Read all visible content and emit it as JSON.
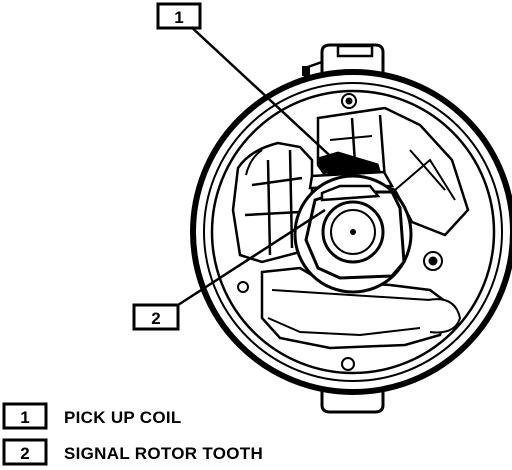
{
  "callouts": [
    {
      "number": "1"
    },
    {
      "number": "2"
    }
  ],
  "legend": [
    {
      "number": "1",
      "label": "PICK UP COIL"
    },
    {
      "number": "2",
      "label": "SIGNAL ROTOR TOOTH"
    }
  ],
  "colors": {
    "ink": "#000000",
    "paper": "#ffffff"
  }
}
